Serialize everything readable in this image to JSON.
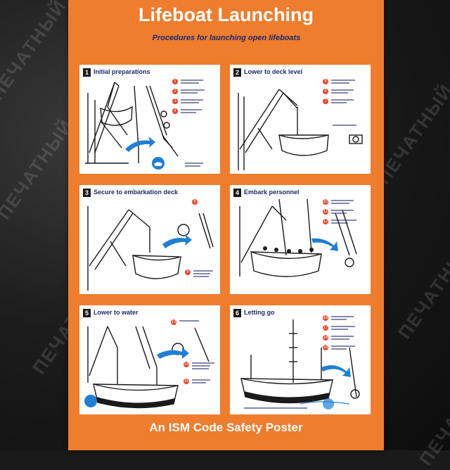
{
  "poster": {
    "title": "Lifeboat Launching",
    "subtitle": "Procedures for launching open lifeboats",
    "footer": "An ISM Code Safety Poster",
    "colors": {
      "background": "#ee7d2e",
      "panel": "#ffffff",
      "heading": "#1d2a6b",
      "accent": "#e8452c",
      "arrow": "#1f7fd4"
    }
  },
  "panels": [
    {
      "number": "1",
      "heading": "Initial preparations"
    },
    {
      "number": "2",
      "heading": "Lower to deck level"
    },
    {
      "number": "3",
      "heading": "Secure to embarkation deck"
    },
    {
      "number": "4",
      "heading": "Embark personnel"
    },
    {
      "number": "5",
      "heading": "Lower to water"
    },
    {
      "number": "6",
      "heading": "Letting go"
    }
  ],
  "watermark": {
    "text": "ПЕЧАТНЫЙ ДВОР \"МАРТ\""
  }
}
